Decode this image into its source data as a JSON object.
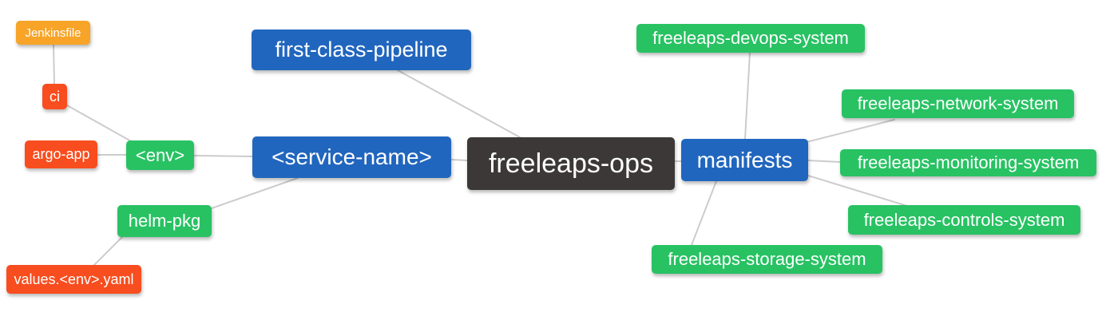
{
  "mindmap": {
    "colors": {
      "root": "#3B3837",
      "level1": "#2166BE",
      "level2": "#28C263",
      "level3": "#F84D1E",
      "level4": "#F7A428",
      "connector": "#CCCCCC",
      "background": "#FFFFFF",
      "text": "#FFFFFF"
    },
    "nodes": {
      "root": {
        "label": "freeleaps-ops",
        "level": 0
      },
      "first_class_pipeline": {
        "label": "first-class-pipeline",
        "level": 1
      },
      "service_name": {
        "label": "<service-name>",
        "level": 1
      },
      "manifests": {
        "label": "manifests",
        "level": 1
      },
      "env": {
        "label": "<env>",
        "level": 2
      },
      "helm_pkg": {
        "label": "helm-pkg",
        "level": 2
      },
      "devops_system": {
        "label": "freeleaps-devops-system",
        "level": 2
      },
      "network_system": {
        "label": "freeleaps-network-system",
        "level": 2
      },
      "monitoring_system": {
        "label": "freeleaps-monitoring-system",
        "level": 2
      },
      "controls_system": {
        "label": "freeleaps-controls-system",
        "level": 2
      },
      "storage_system": {
        "label": "freeleaps-storage-system",
        "level": 2
      },
      "ci": {
        "label": "ci",
        "level": 3
      },
      "argo_app": {
        "label": "argo-app",
        "level": 3
      },
      "values_env_yaml": {
        "label": "values.<env>.yaml",
        "level": 3
      },
      "jenkinsfile": {
        "label": "Jenkinsfile",
        "level": 4
      }
    },
    "edges": [
      {
        "from": "root",
        "to": "first_class_pipeline"
      },
      {
        "from": "root",
        "to": "service_name"
      },
      {
        "from": "root",
        "to": "manifests"
      },
      {
        "from": "service_name",
        "to": "env"
      },
      {
        "from": "service_name",
        "to": "helm_pkg"
      },
      {
        "from": "env",
        "to": "ci"
      },
      {
        "from": "env",
        "to": "argo_app"
      },
      {
        "from": "ci",
        "to": "jenkinsfile"
      },
      {
        "from": "helm_pkg",
        "to": "values_env_yaml"
      },
      {
        "from": "manifests",
        "to": "devops_system"
      },
      {
        "from": "manifests",
        "to": "network_system"
      },
      {
        "from": "manifests",
        "to": "monitoring_system"
      },
      {
        "from": "manifests",
        "to": "controls_system"
      },
      {
        "from": "manifests",
        "to": "storage_system"
      }
    ]
  }
}
